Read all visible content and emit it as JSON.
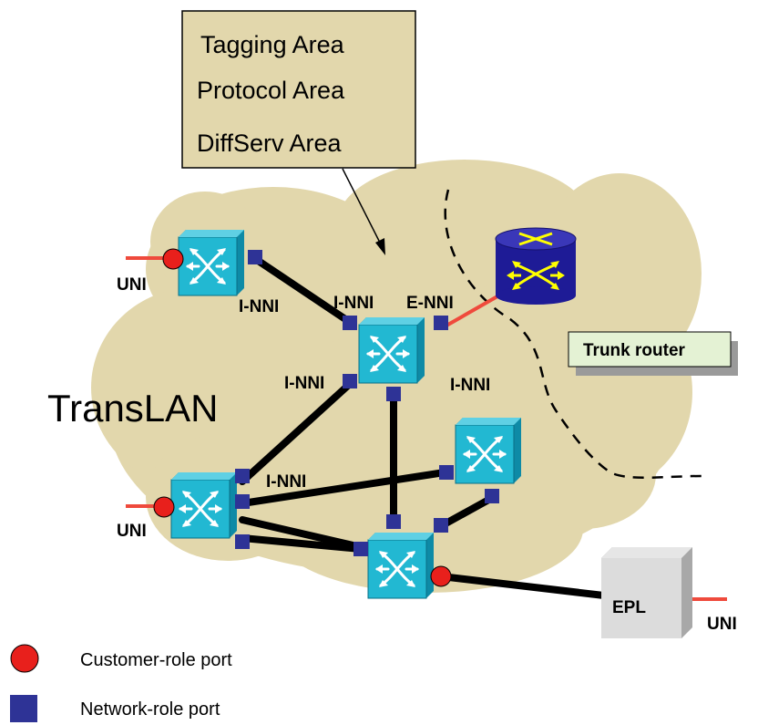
{
  "callout": {
    "lines": [
      "Tagging Area",
      "Protocol Area",
      "DiffServ Area"
    ]
  },
  "cloud": {
    "title": "TransLAN"
  },
  "labels": {
    "uni_top": "UNI",
    "uni_left": "UNI",
    "uni_right": "UNI",
    "inni_1": "I-NNI",
    "inni_2": "I-NNI",
    "inni_3": "I-NNI",
    "inni_4": "I-NNI",
    "inni_5": "I-NNI",
    "enni": "E-NNI",
    "trunk_router": "Trunk router",
    "epl": "EPL"
  },
  "legend": {
    "customer_port": "Customer-role port",
    "network_port": "Network-role port"
  },
  "colors": {
    "cloud": "#e2d7ac",
    "callout_fill": "#e2d7ac",
    "switch_face": "#22b8d2",
    "switch_side": "#0e8aa6",
    "customer_port": "#e8201c",
    "network_port": "#2e3396",
    "uni_line": "#ef4a3c",
    "trunk_router_box": "#e4f2d4",
    "router_body": "#1e1b96",
    "router_arrows": "#ffff00"
  }
}
